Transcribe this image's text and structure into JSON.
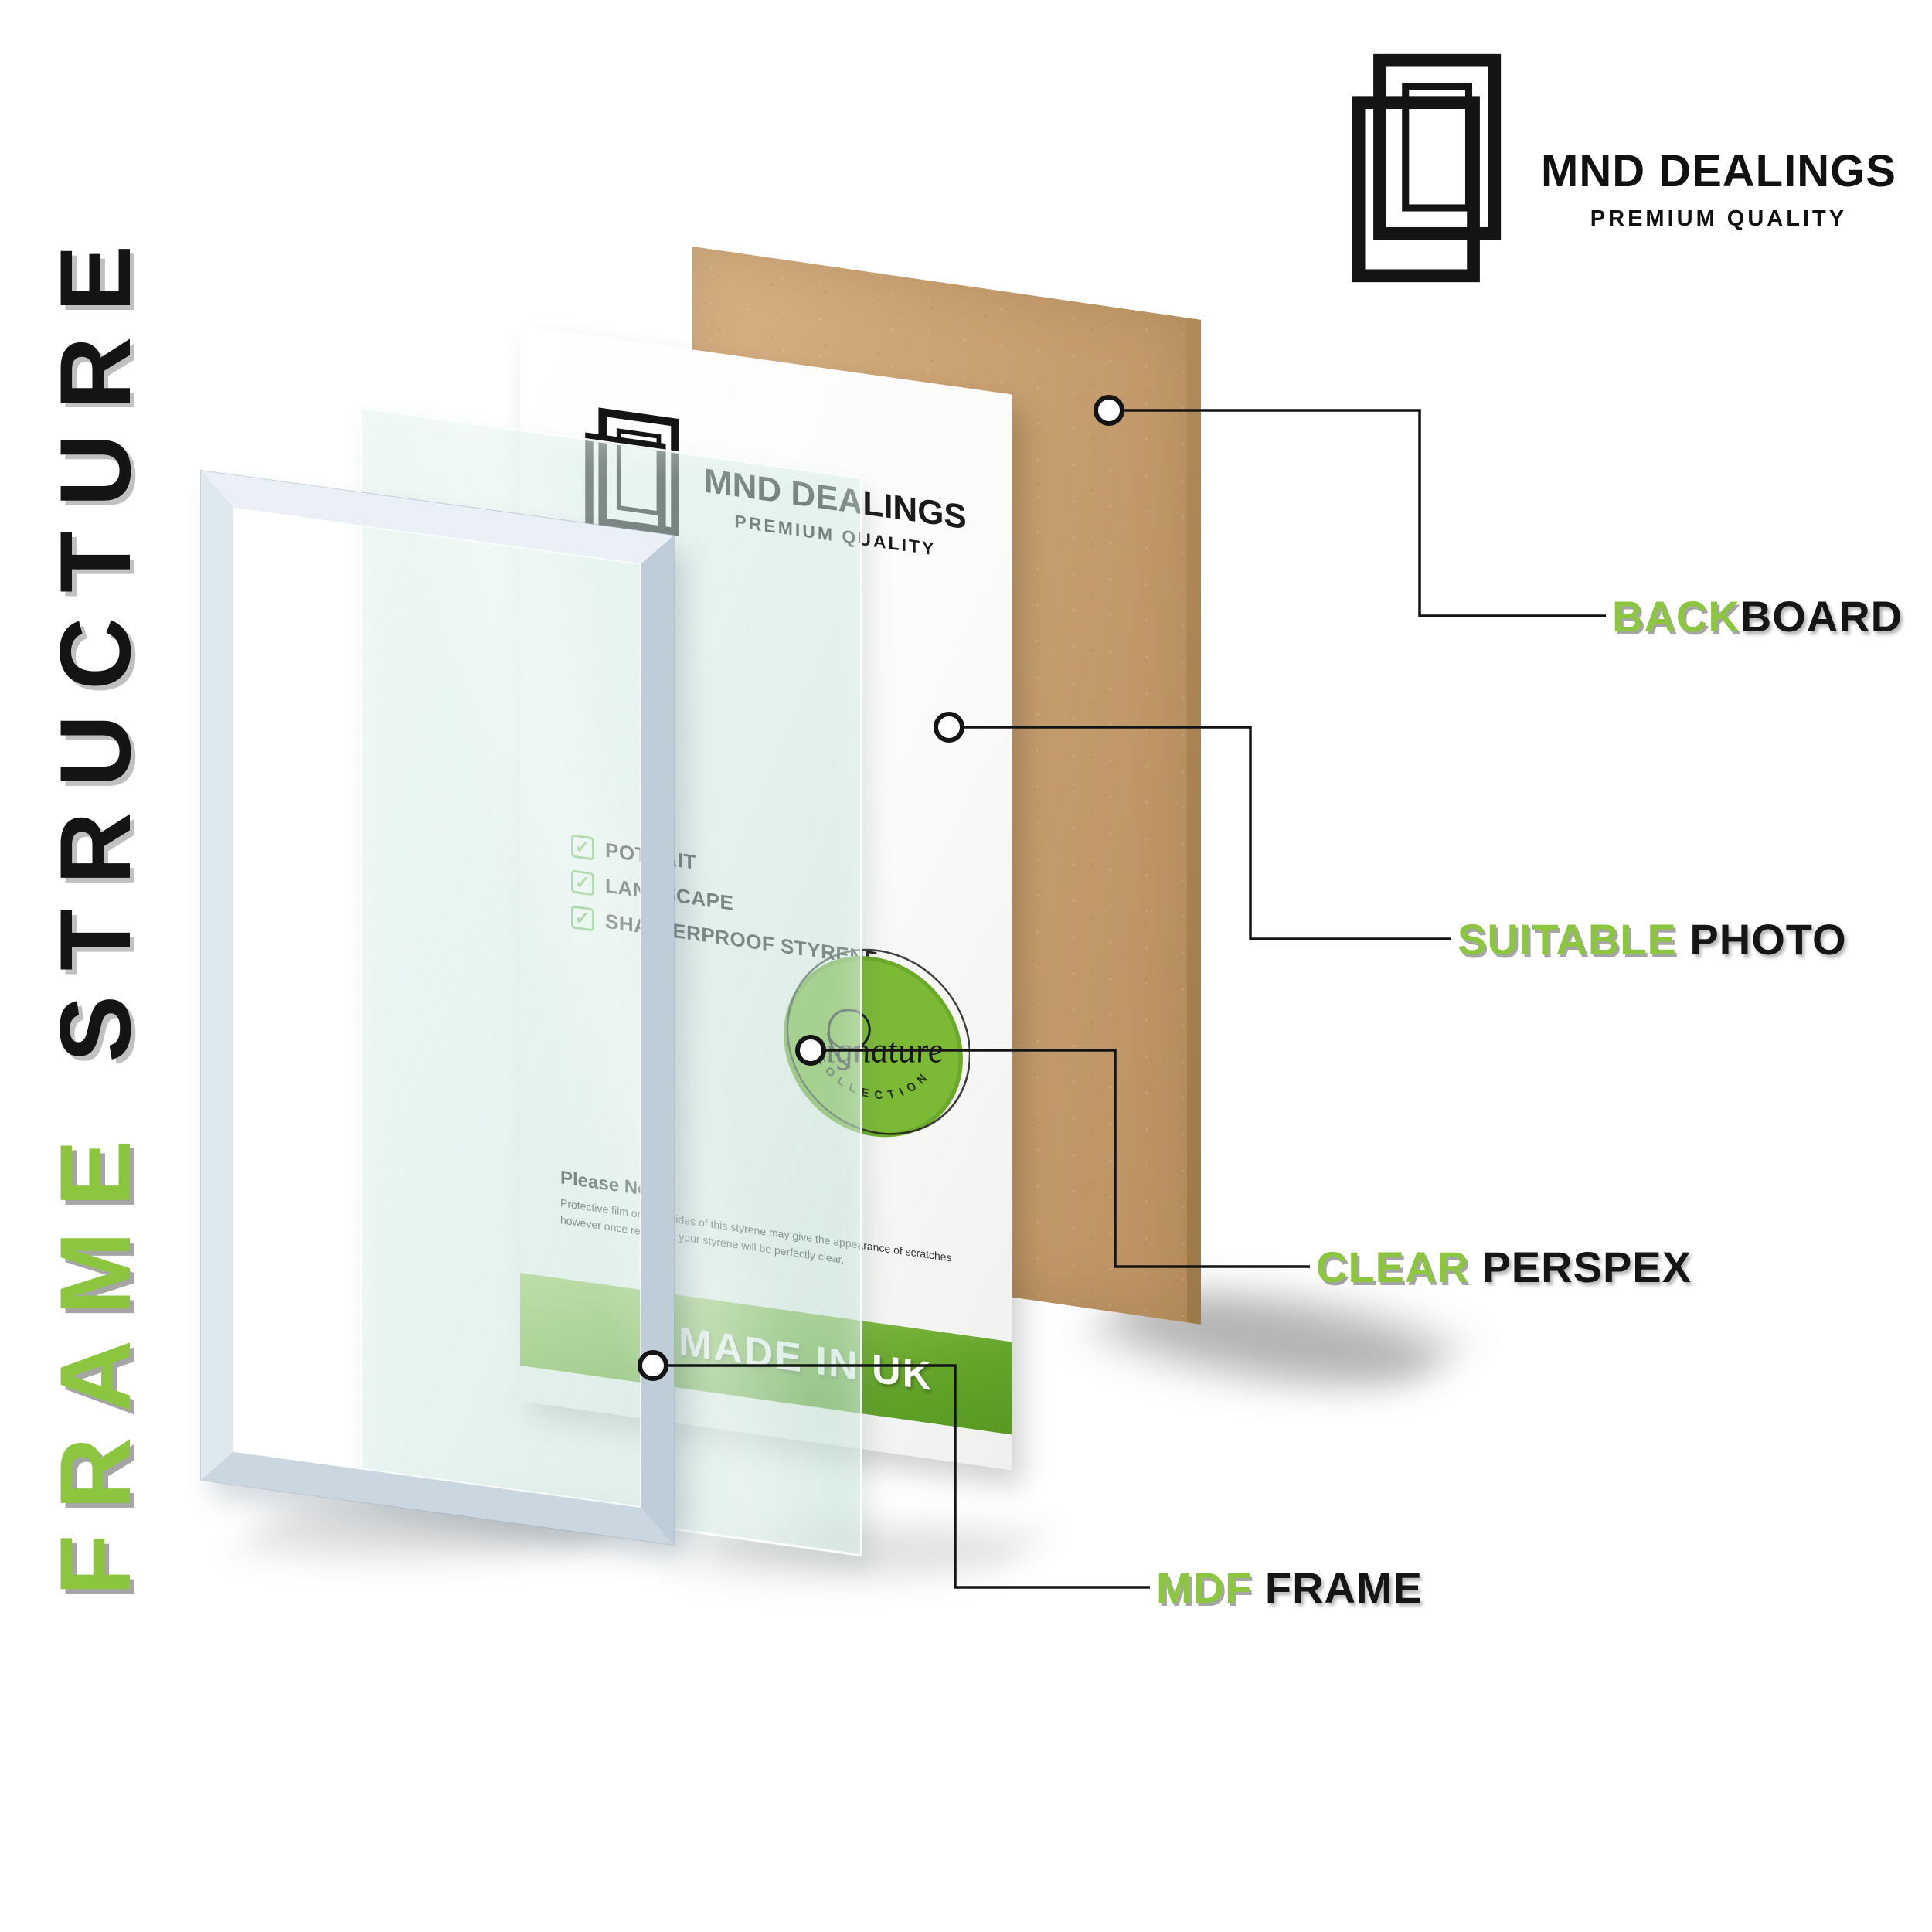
{
  "title": {
    "green": "FRAME",
    "black": " STRUCTURE"
  },
  "brand": {
    "name": "MND DEALINGS",
    "tagline": "PREMIUM QUALITY"
  },
  "sheet": {
    "brand_name": "MND DEALINGS",
    "brand_tagline": "PREMIUM QUALITY",
    "checklist": [
      "POTRAIT",
      "LANDSCAPE",
      "SHATTERPROOF STYRENE"
    ],
    "note_title": "Please Note:",
    "note_body": "Protective film on both sides of this styrene may give the appearance of scratches however once removed, your styrene will be perfectly clear,",
    "banner": "MADE IN UK",
    "badge": {
      "script": "Signature",
      "arc": "COLLECTION"
    }
  },
  "callouts": [
    {
      "green": "BACK",
      "black": "BOARD"
    },
    {
      "green": "SUITABLE",
      "black": " PHOTO"
    },
    {
      "green": "CLEAR",
      "black": " PERSPEX"
    },
    {
      "green": "MDF",
      "black": " FRAME"
    }
  ],
  "colors": {
    "accent_green": "#8CC63F",
    "banner_green": "#68A82D",
    "badge_green": "#7CBA35",
    "check_green": "#5FB346",
    "backboard_tan": "#C9A172",
    "frame_silver": "#D5E0E9",
    "line_black": "#141414"
  }
}
